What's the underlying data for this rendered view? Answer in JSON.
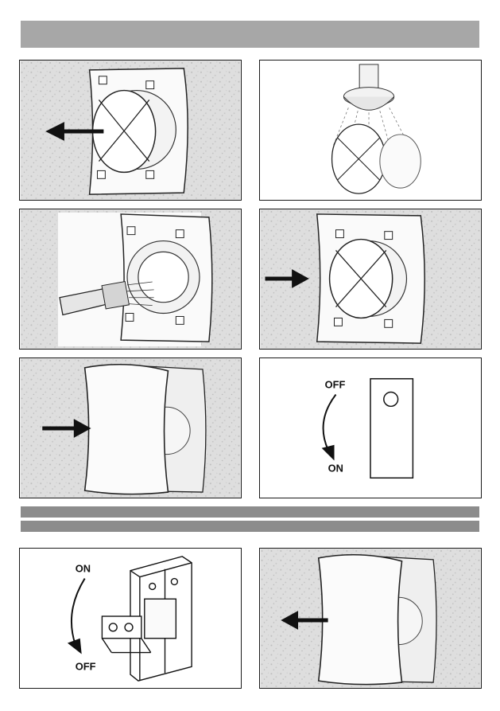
{
  "switch_panel": {
    "from_label": "OFF",
    "to_label": "ON"
  },
  "breaker_panel": {
    "from_label": "ON",
    "to_label": "OFF"
  },
  "colors": {
    "header_bar": "#a7a7a7",
    "wall": "#dcdcdc",
    "outline": "#1a1a1a"
  },
  "icons": [
    "arrow-left-icon",
    "arrow-right-icon",
    "curved-arrow-icon",
    "wall-switch-icon",
    "circuit-breaker-icon"
  ]
}
